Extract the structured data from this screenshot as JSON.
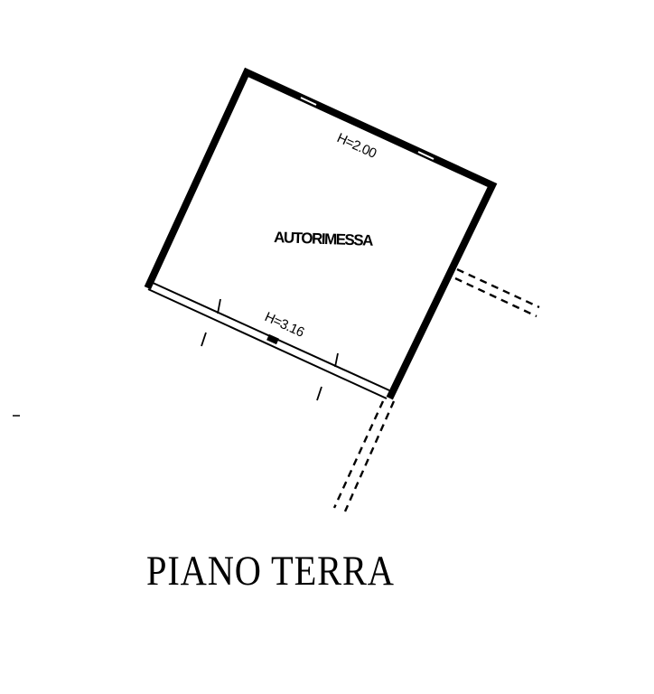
{
  "drawing": {
    "type": "floor-plan",
    "floor_title": "PIANO TERRA",
    "rooms": [
      {
        "name": "AUTORIMESSA",
        "heights": [
          {
            "label": "H=2.00",
            "wall": "top"
          },
          {
            "label": "H=3.16",
            "wall": "bottom"
          }
        ]
      }
    ],
    "colors": {
      "ink": "#000000",
      "background": "#ffffff"
    }
  }
}
